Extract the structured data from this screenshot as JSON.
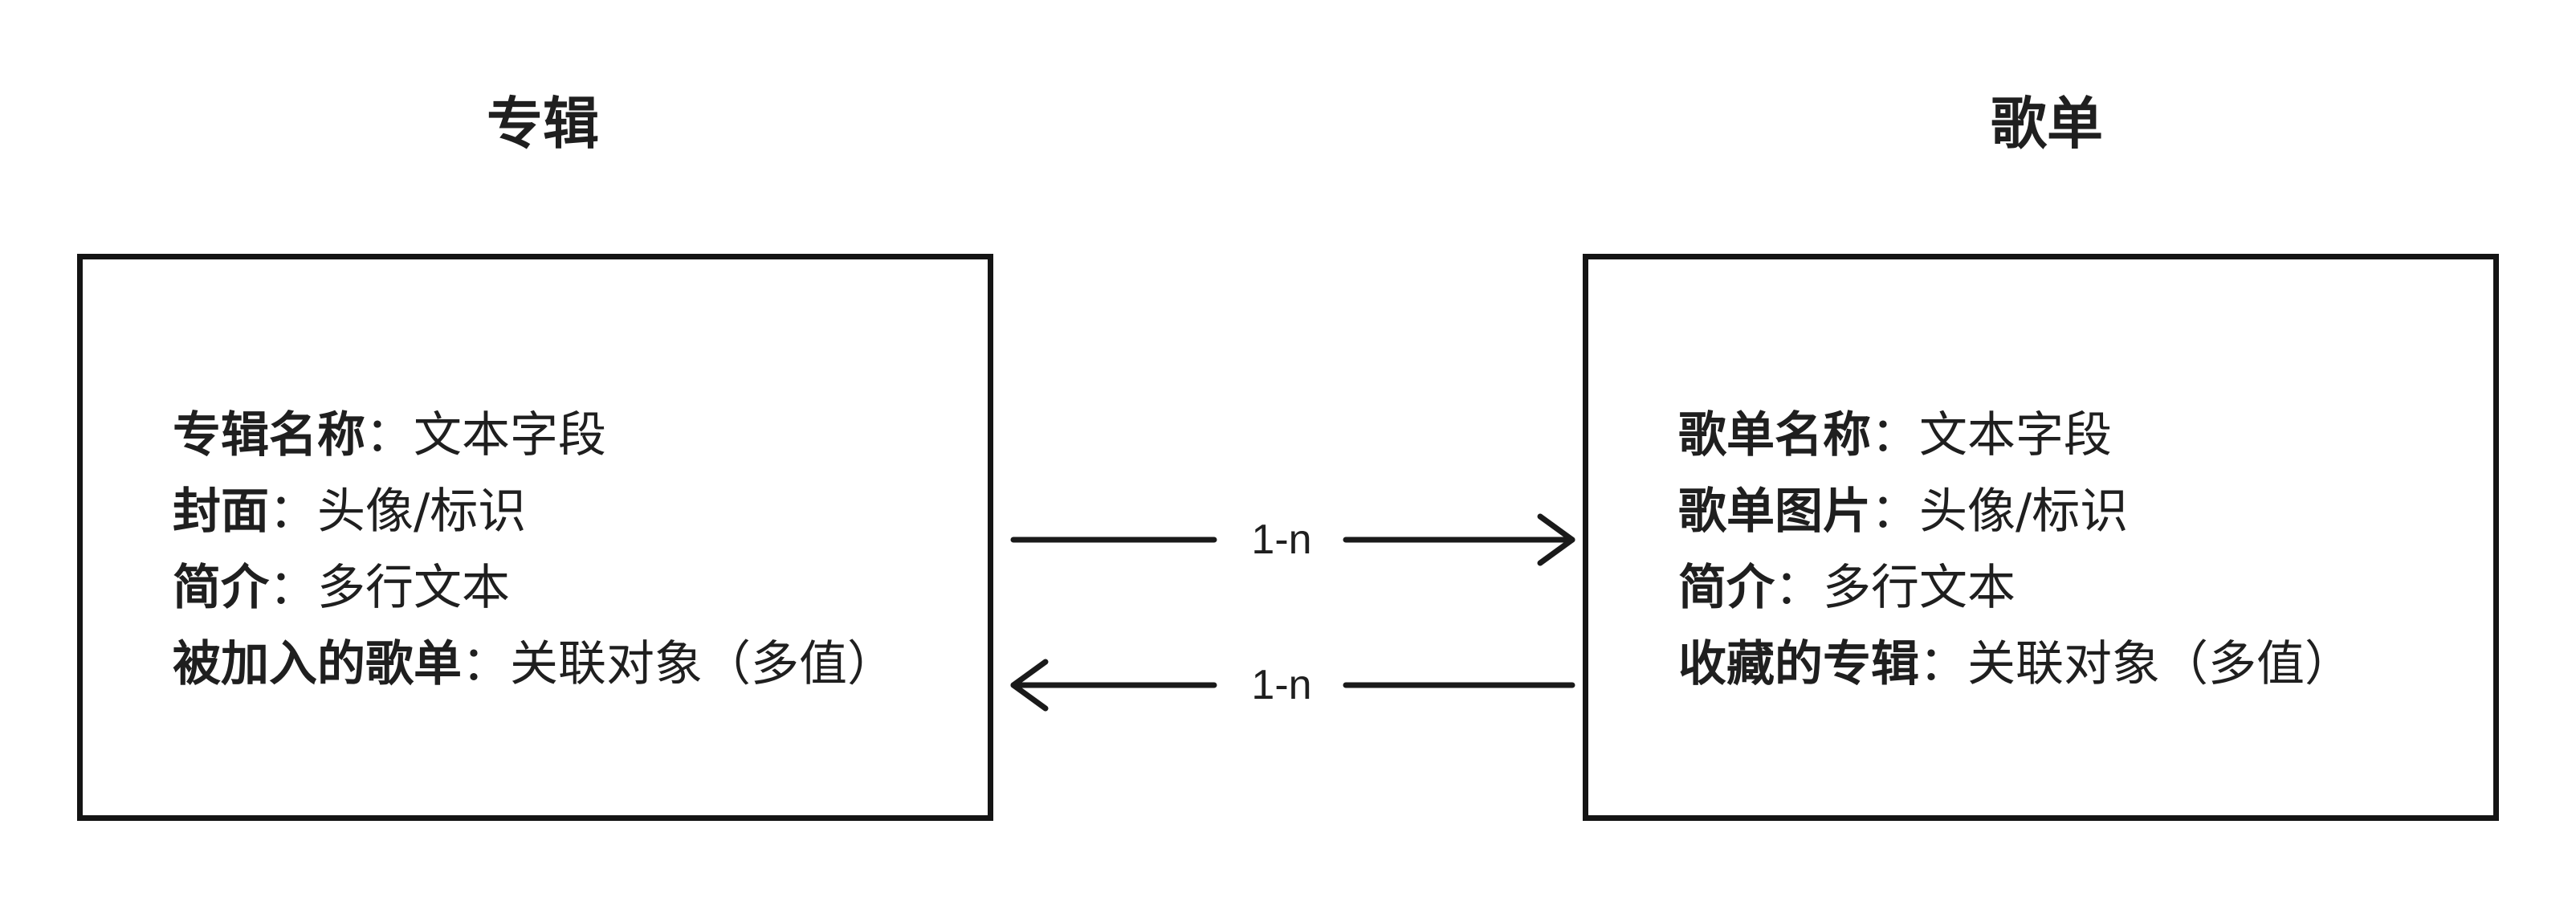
{
  "entities": {
    "left": {
      "title": "专辑",
      "fields": [
        {
          "name": "专辑名称",
          "sep": "：",
          "type": "文本字段"
        },
        {
          "name": "封面",
          "sep": "：",
          "type": "头像/标识"
        },
        {
          "name": "简介",
          "sep": "：",
          "type": "多行文本"
        },
        {
          "name": "被加入的歌单",
          "sep": "：",
          "type": "关联对象（多值）"
        }
      ]
    },
    "right": {
      "title": "歌单",
      "fields": [
        {
          "name": "歌单名称",
          "sep": "：",
          "type": "文本字段"
        },
        {
          "name": "歌单图片",
          "sep": "：",
          "type": "头像/标识"
        },
        {
          "name": "简介",
          "sep": "：",
          "type": "多行文本"
        },
        {
          "name": "收藏的专辑",
          "sep": "：",
          "type": "关联对象（多值）"
        }
      ]
    }
  },
  "relations": [
    {
      "label": "1-n",
      "direction": "left-to-right"
    },
    {
      "label": "1-n",
      "direction": "right-to-left"
    }
  ],
  "colors": {
    "line": "#1a1a1a",
    "text": "#1f1f1f",
    "background": "#ffffff"
  }
}
